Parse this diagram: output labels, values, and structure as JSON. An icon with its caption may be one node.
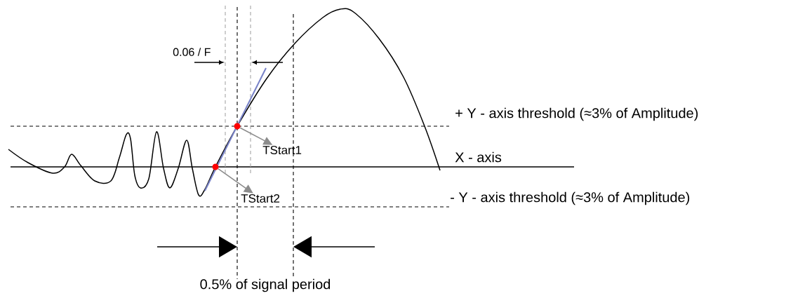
{
  "diagram": {
    "nodes": [
      {
        "text": [],
        "shape": "circle"
      },
      {
        "text": [],
        "shape": "circle"
      },
      {
        "text": [
          "TStart1"
        ]
      },
      {
        "text": [
          "TStart2"
        ]
      }
    ],
    "edges": [
      {
        "from": 0,
        "to": 2,
        "arrow": "to",
        "color": "#8c8c8c"
      },
      {
        "from": 1,
        "to": 3,
        "arrow": "to",
        "color": "#8c8c8c"
      }
    ],
    "labels": [
      "0.06 / F",
      "+ Y - axis threshold (≈3% of Amplitude)",
      "X - axis",
      "- Y - axis threshold (≈3% of Amplitude)",
      "0.5% of signal period"
    ]
  }
}
